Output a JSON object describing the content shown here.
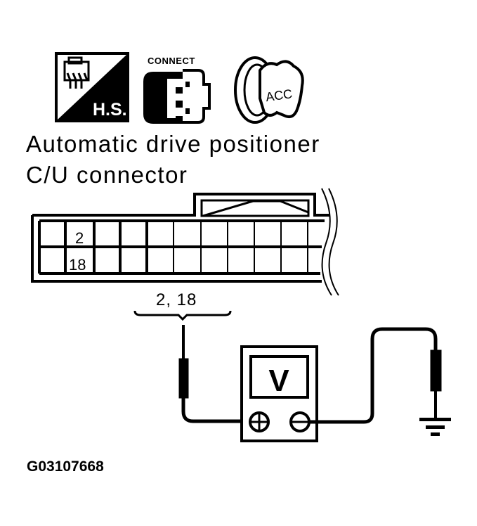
{
  "header": {
    "icons": [
      {
        "name": "harness-sensor-hs-icon",
        "label": "H.S."
      },
      {
        "name": "connect-connector-icon",
        "label": "CONNECT"
      },
      {
        "name": "ignition-key-acc-icon",
        "label": "ACC"
      }
    ]
  },
  "title": {
    "line1": "Automatic drive positioner",
    "line2": "C/U connector"
  },
  "connector": {
    "top_row_terminal": "2",
    "bottom_row_terminal": "18",
    "probe_label": "2, 18"
  },
  "meter": {
    "display": "V",
    "positive": "+",
    "negative": "−"
  },
  "figure_id": "G03107668",
  "colors": {
    "ink": "#000000",
    "paper": "#ffffff"
  }
}
